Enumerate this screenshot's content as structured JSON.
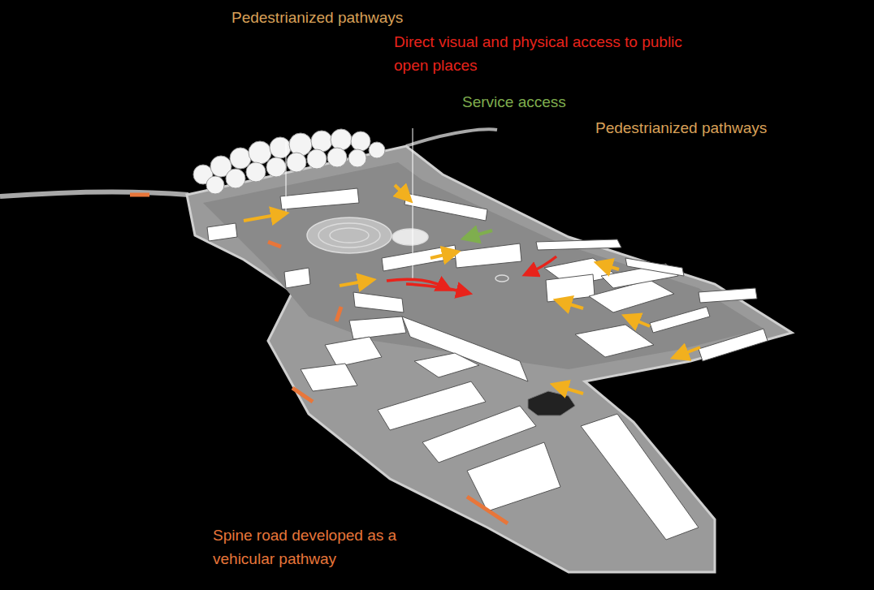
{
  "diagram": {
    "labels": [
      "Pedestrianized pathways",
      "Direct visual and physical access to public open places",
      "Service access",
      "Pedestrianized pathways",
      "Spine road developed as a vehicular pathway"
    ]
  }
}
